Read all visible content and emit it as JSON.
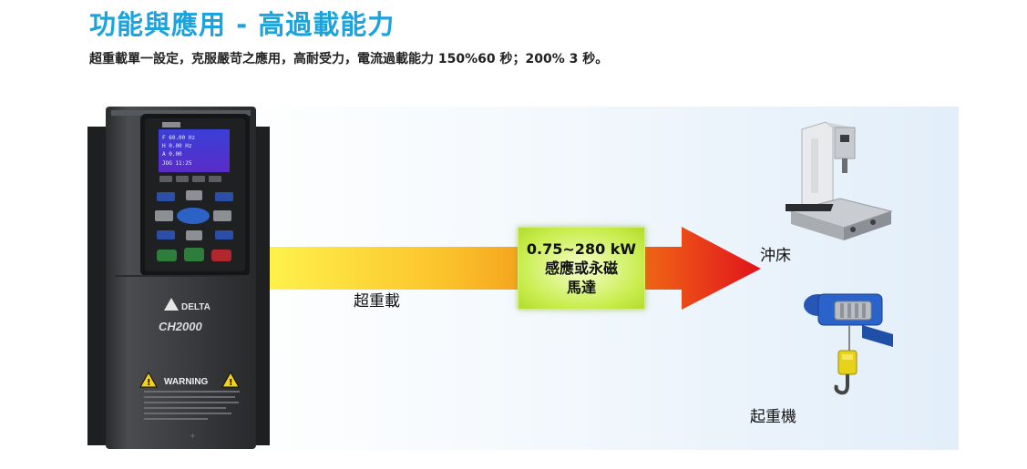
{
  "header": {
    "title": "功能與應用 - 高過載能力",
    "subtitle": "超重載單一設定，克服嚴苛之應用，高耐受力，電流過載能力 150%60 秒；200% 3 秒。"
  },
  "diagram": {
    "capacity_line1": "0.75~280 kW",
    "capacity_line2": "感應或永磁",
    "capacity_line3": "馬達",
    "overload_label": "超重載",
    "press_label": "沖床",
    "crane_label": "起重機"
  },
  "drive": {
    "brand": "DELTA",
    "model": "CH2000",
    "warning": "WARNING"
  },
  "colors": {
    "title": "#1aa3dc",
    "arrow_start": "#fff04a",
    "arrow_mid": "#f59a1a",
    "arrow_end": "#e2141a",
    "capacity_box": "#c8ed4c"
  },
  "icons": {
    "device": "ac-motor-drive",
    "machine_1": "press-machine",
    "machine_2": "hoist-crane"
  }
}
